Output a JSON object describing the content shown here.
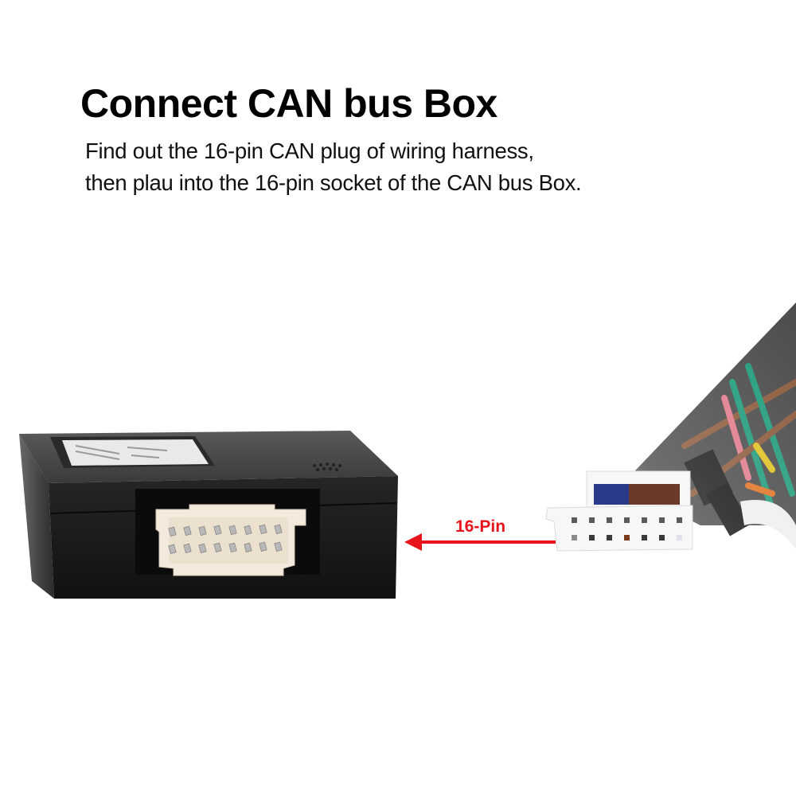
{
  "heading": {
    "title": "Connect CAN bus Box",
    "line1": "Find out the 16-pin CAN plug of wiring harness,",
    "line2": "then plau into the 16-pin socket of the CAN bus Box."
  },
  "callout": {
    "label": "16-Pin",
    "color": "#e8141c",
    "direction": "left"
  },
  "product": {
    "box_color": "#1c1c1c",
    "socket_color": "#f3e9dc",
    "socket_pins": 16,
    "socket_rows": 2,
    "socket_cols": 8,
    "plug_color": "#f7f7f7",
    "plug_pins": 16,
    "wire_colors": [
      "#8b5a3c",
      "#1f9a7a",
      "#e07a8a",
      "#2a3a8a",
      "#e0c020",
      "#e07020",
      "#333333"
    ]
  }
}
